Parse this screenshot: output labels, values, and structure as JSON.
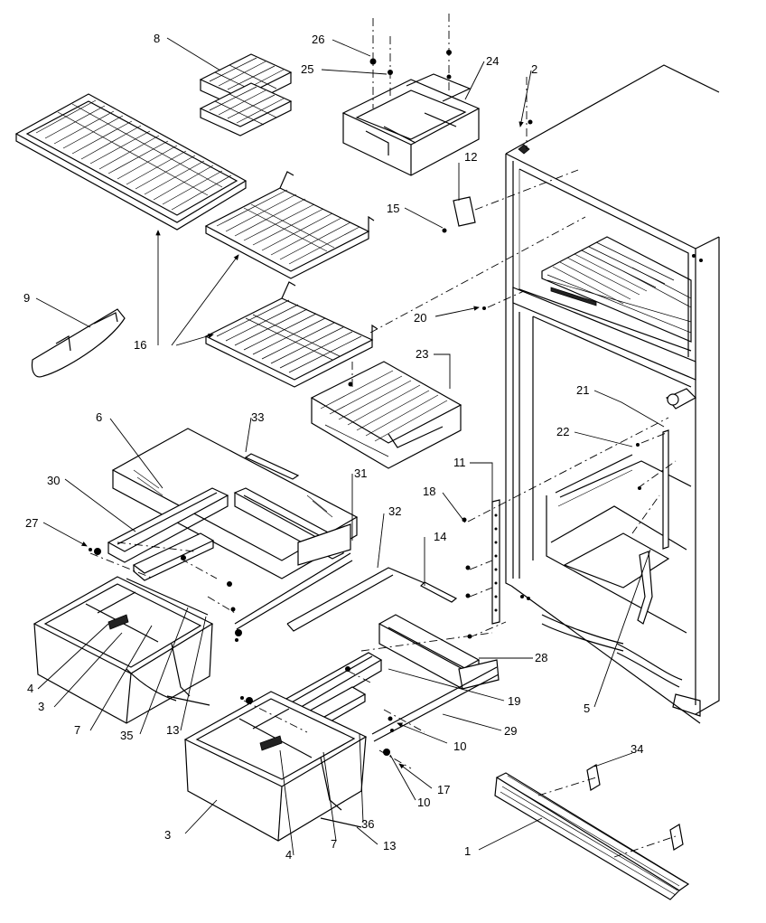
{
  "diagram": {
    "callouts": [
      {
        "id": "c8",
        "text": "8"
      },
      {
        "id": "c26",
        "text": "26"
      },
      {
        "id": "c25",
        "text": "25"
      },
      {
        "id": "c24",
        "text": "24"
      },
      {
        "id": "c2",
        "text": "2"
      },
      {
        "id": "c12",
        "text": "12"
      },
      {
        "id": "c15",
        "text": "15"
      },
      {
        "id": "c9",
        "text": "9"
      },
      {
        "id": "c16",
        "text": "16"
      },
      {
        "id": "c20",
        "text": "20"
      },
      {
        "id": "c23",
        "text": "23"
      },
      {
        "id": "c21",
        "text": "21"
      },
      {
        "id": "c22",
        "text": "22"
      },
      {
        "id": "c6",
        "text": "6"
      },
      {
        "id": "c33",
        "text": "33"
      },
      {
        "id": "c30",
        "text": "30"
      },
      {
        "id": "c31",
        "text": "31"
      },
      {
        "id": "c11",
        "text": "11"
      },
      {
        "id": "c18",
        "text": "18"
      },
      {
        "id": "c27",
        "text": "27"
      },
      {
        "id": "c32",
        "text": "32"
      },
      {
        "id": "c14",
        "text": "14"
      },
      {
        "id": "c28",
        "text": "28"
      },
      {
        "id": "c4a",
        "text": "4"
      },
      {
        "id": "c3a",
        "text": "3"
      },
      {
        "id": "c7a",
        "text": "7"
      },
      {
        "id": "c35",
        "text": "35"
      },
      {
        "id": "c13a",
        "text": "13"
      },
      {
        "id": "c5",
        "text": "5"
      },
      {
        "id": "c19",
        "text": "19"
      },
      {
        "id": "c29",
        "text": "29"
      },
      {
        "id": "c10a",
        "text": "10"
      },
      {
        "id": "c10b",
        "text": "10"
      },
      {
        "id": "c17",
        "text": "17"
      },
      {
        "id": "c34",
        "text": "34"
      },
      {
        "id": "c3b",
        "text": "3"
      },
      {
        "id": "c36",
        "text": "36"
      },
      {
        "id": "c7b",
        "text": "7"
      },
      {
        "id": "c13b",
        "text": "13"
      },
      {
        "id": "c4b",
        "text": "4"
      },
      {
        "id": "c1",
        "text": "1"
      }
    ]
  }
}
